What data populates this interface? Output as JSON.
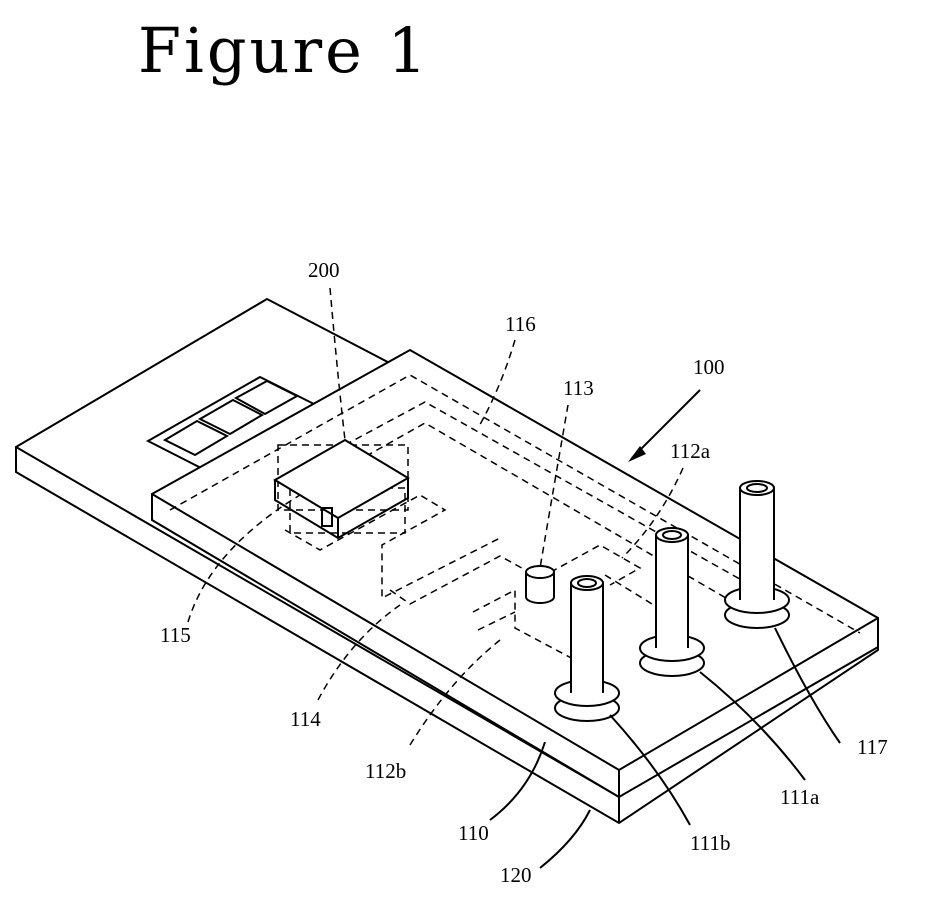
{
  "figure_title": "Figure 1",
  "labels": {
    "l200": "200",
    "l116": "116",
    "l113": "113",
    "l100": "100",
    "l112a": "112a",
    "l115": "115",
    "l114": "114",
    "l112b": "112b",
    "l117": "117",
    "l111a": "111a",
    "l110": "110",
    "l111b": "111b",
    "l120": "120"
  }
}
